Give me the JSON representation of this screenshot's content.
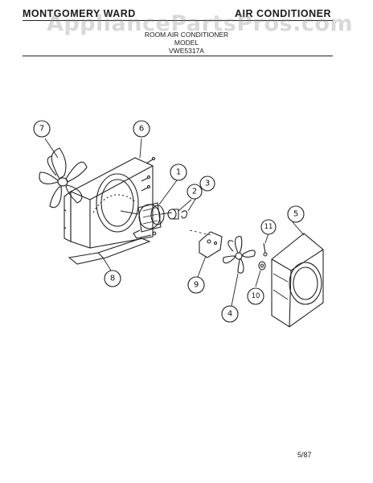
{
  "header": {
    "brand": "MONTGOMERY WARD",
    "category": "AIR CONDITIONER",
    "subtitle": "ROOM AIR CONDITIONER",
    "model_label": "MODEL",
    "model_number": "VWE5317A"
  },
  "watermark": "AppliancePartsPros.com",
  "callouts": [
    "1",
    "2",
    "3",
    "4",
    "5",
    "6",
    "7",
    "8",
    "9",
    "10",
    "11"
  ],
  "footer": {
    "date_code": "5/87"
  }
}
